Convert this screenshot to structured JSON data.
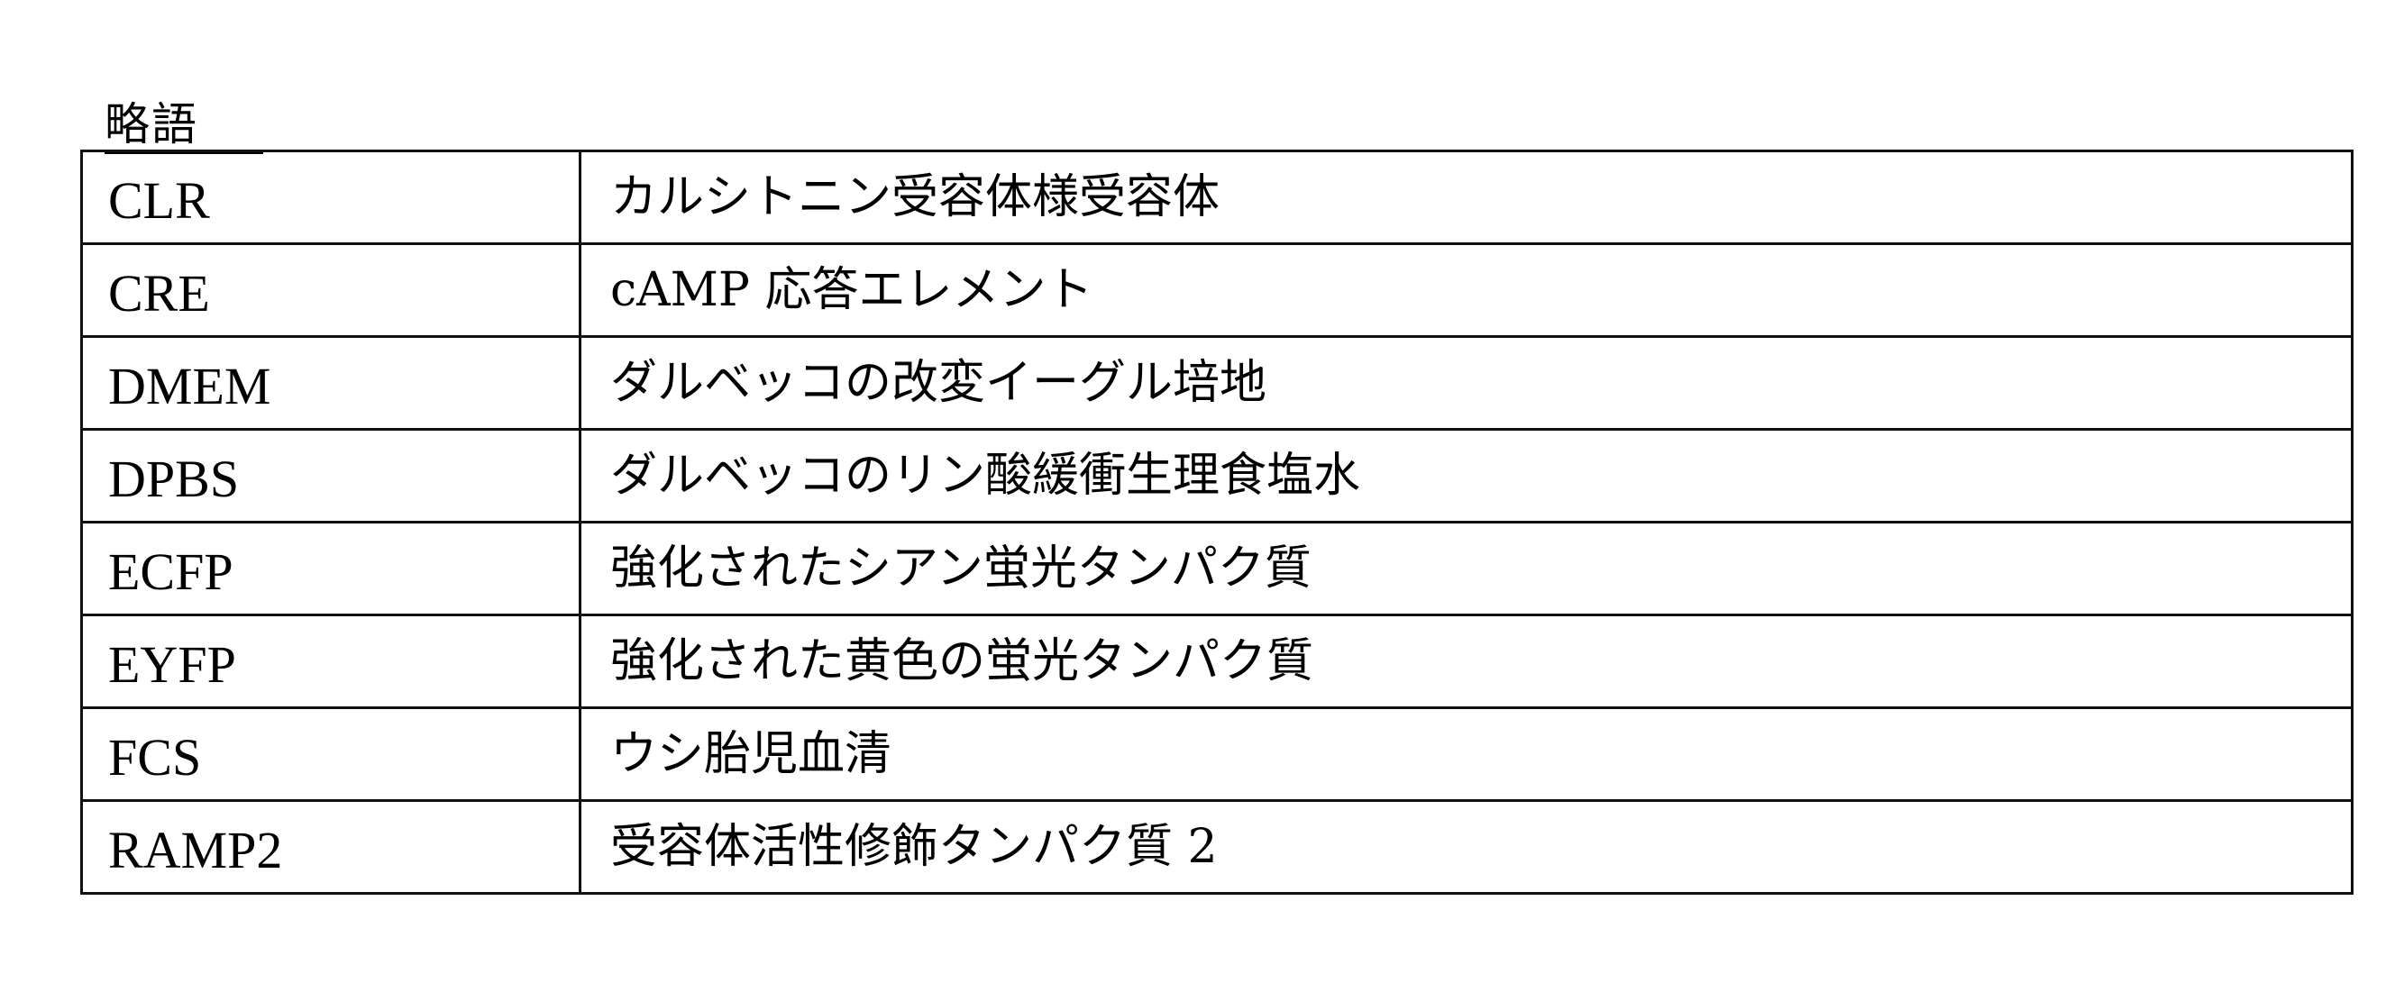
{
  "heading": "略語",
  "abbreviations": [
    {
      "term": "CLR",
      "definition": "カルシトニン受容体様受容体"
    },
    {
      "term": "CRE",
      "definition": "cAMP 応答エレメント"
    },
    {
      "term": "DMEM",
      "definition": "ダルベッコの改変イーグル培地"
    },
    {
      "term": "DPBS",
      "definition": "ダルベッコのリン酸緩衝生理食塩水"
    },
    {
      "term": "ECFP",
      "definition": "強化されたシアン蛍光タンパク質"
    },
    {
      "term": "EYFP",
      "definition": "強化された黄色の蛍光タンパク質"
    },
    {
      "term": "FCS",
      "definition": "ウシ胎児血清"
    },
    {
      "term": "RAMP2",
      "definition": "受容体活性修飾タンパク質 2"
    }
  ]
}
